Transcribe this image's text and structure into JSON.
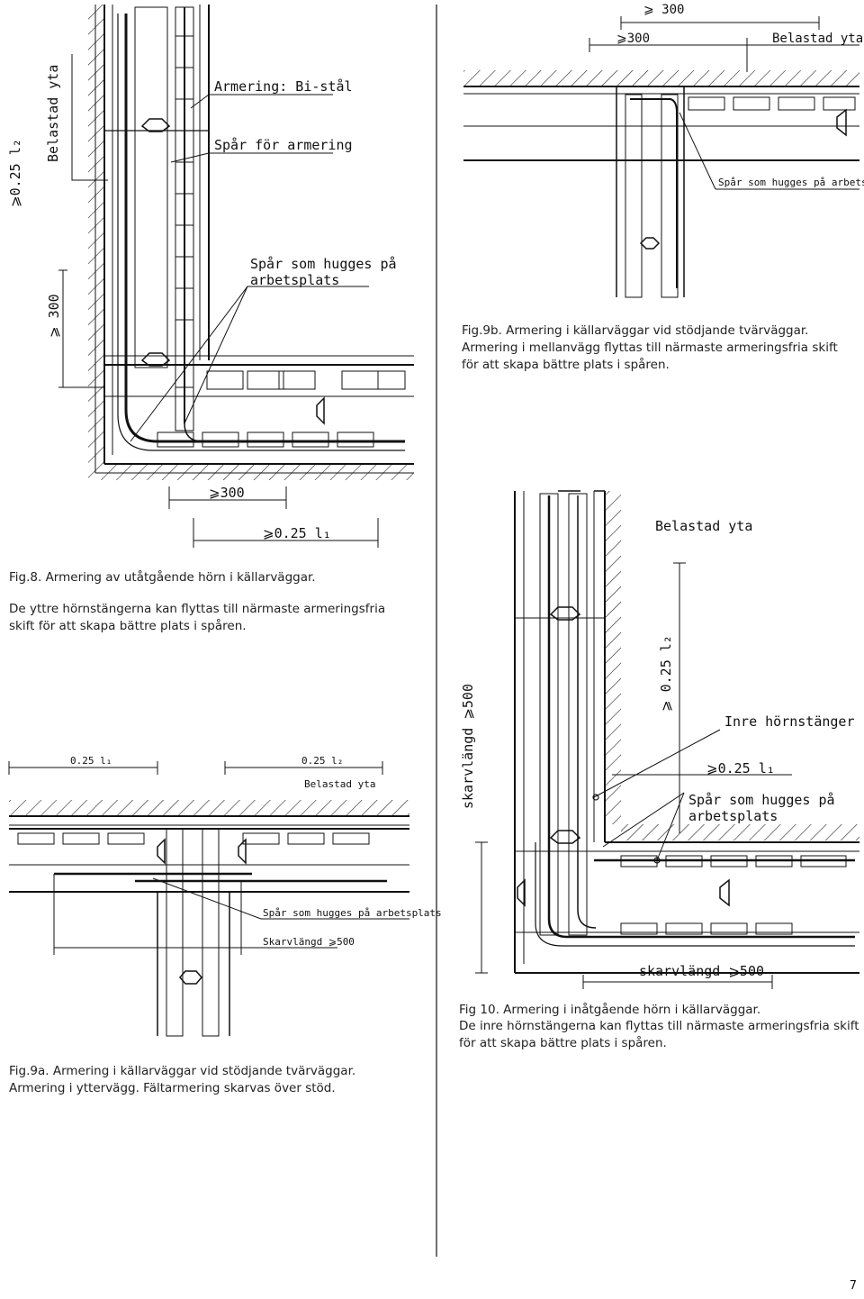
{
  "fig8": {
    "label_belastad": "Belastad yta",
    "label_armering": "Armering: Bi-stål",
    "label_spar_armering": "Spår för armering",
    "label_spar_hugges_1": "Spår som hugges på",
    "label_spar_hugges_2": "arbetsplats",
    "dim_l2": "⩾0.25 l₂",
    "dim_300_v": "⩾ 300",
    "dim_300_h": "⩾300",
    "dim_l1": "⩾0.25 l₁",
    "caption_1": "Fig.8. Armering av utåtgående hörn i källarväggar.",
    "caption_2": "De yttre hörnstängerna kan flyttas till närmaste armeringsfria skift för att skapa bättre plats i spåren."
  },
  "fig9b": {
    "dim_300_top": "⩾ 300",
    "dim_300_second": "⩾300",
    "label_belastad": "Belastad yta",
    "label_spar": "Spår som hugges på arbetsplats",
    "caption": "Fig.9b. Armering i källarväggar vid stödjande tvärväggar. Armering i mellanvägg flyttas till närmaste armeringsfria skift för att skapa bättre plats i spåren."
  },
  "fig9a": {
    "dim_l1": "0.25 l₁",
    "dim_l2": "0.25 l₂",
    "label_belastad": "Belastad yta",
    "label_spar": "Spår som hugges på arbetsplats",
    "label_skarv": "Skarvlängd ⩾500",
    "caption": "Fig.9a. Armering i källarväggar vid stödjande tvärväggar. Armering i yttervägg. Fältarmering skarvas över stöd."
  },
  "fig10": {
    "label_belastad": "Belastad yta",
    "dim_l2": "⩾ 0.25 l₂",
    "label_inre": "Inre hörnstänger",
    "dim_l1": "⩾0.25 l₁",
    "label_spar_1": "Spår som hugges på",
    "label_spar_2": "arbetsplats",
    "dim_skarv_v": "skarvlängd ⩾500",
    "dim_skarv_h": "skarvlängd ⩾500",
    "caption_1": "Fig 10. Armering i inåtgående hörn i källarväggar.",
    "caption_2": "De inre hörnstängerna kan flyttas till närmaste armeringsfria skift för att skapa bättre plats i spåren."
  },
  "page_number": "7"
}
